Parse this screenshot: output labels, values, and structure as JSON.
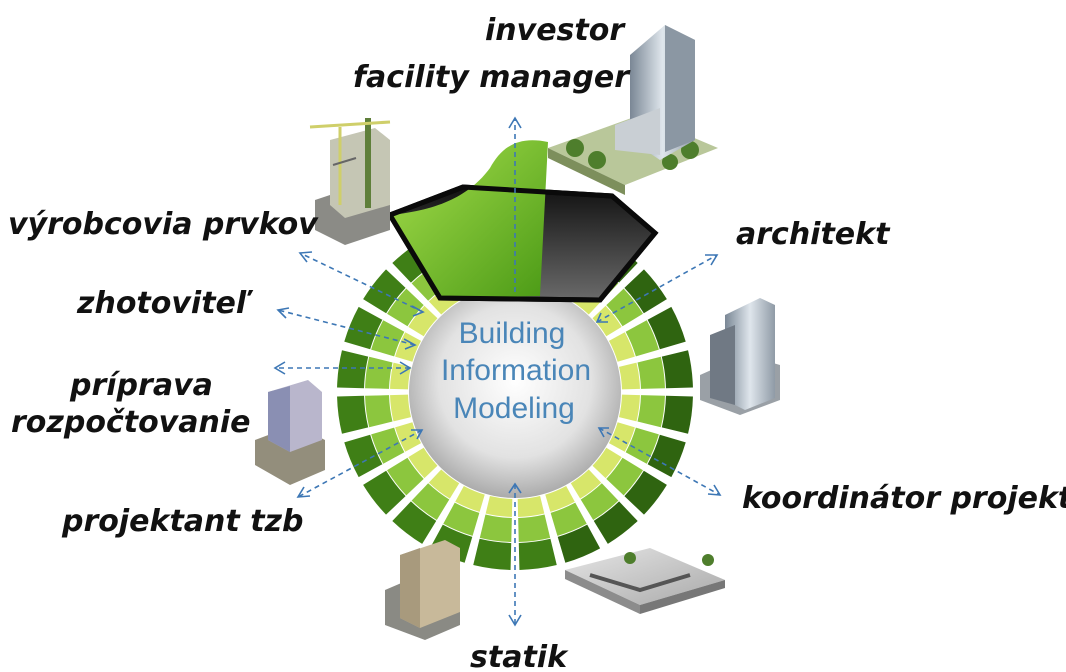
{
  "center_text": {
    "line1": "Building",
    "line2": "Information",
    "line3": "Modeling"
  },
  "roles": {
    "investor": "investor",
    "facility_manager": "facility manager",
    "architekt": "architekt",
    "koordinator": "koordinátor projektu",
    "statik": "statik",
    "projektant_tzb": "projektant tzb",
    "priprava": "príprava",
    "rozpoctovanie": "rozpočtovanie",
    "zhotovitel": "zhotoviteľ",
    "vyrobcovia": "výrobcovia prvkov"
  },
  "colors": {
    "ring_dark_green": "#3f7f16",
    "ring_light_green": "#8cc63e",
    "ring_yellow_green": "#d7e66a",
    "center_gray": "#d9d9d9",
    "arrow_blue": "#3d77b5",
    "highlight_green": "#7fcf2a"
  }
}
